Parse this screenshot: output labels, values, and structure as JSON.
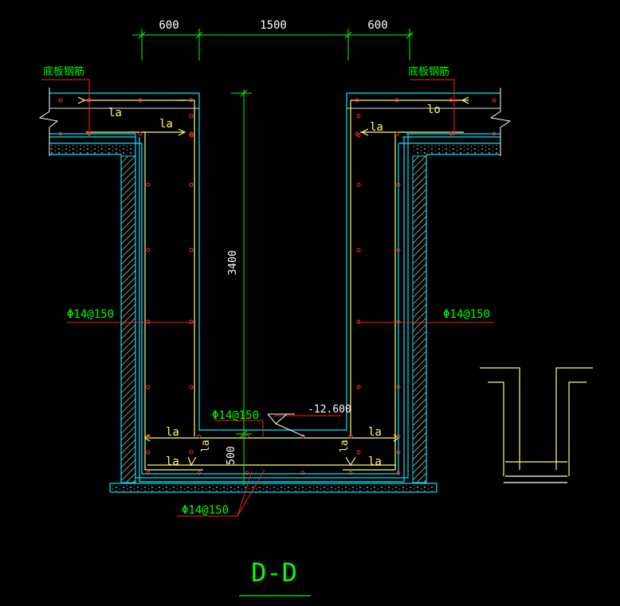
{
  "drawing": {
    "title": "D-D",
    "dimensions": {
      "top_left": "600",
      "top_mid": "1500",
      "top_right": "600",
      "vertical_depth": "3400",
      "bottom_slab": "500"
    },
    "labels": {
      "slab_rebar_left": "底板钢筋",
      "slab_rebar_right": "底板钢筋",
      "rebar_left_wall": "Φ14@150",
      "rebar_right_wall": "Φ14@150",
      "rebar_bottom_upper": "Φ14@150",
      "rebar_bottom_lower": "Φ14@150",
      "elevation": "-12.600",
      "anchor_la": "la",
      "anchor_lo": "lo"
    },
    "colors": {
      "background": "#000000",
      "concrete_outline": "#00ffff",
      "rebar_yellow": "#ffff00",
      "dim_green": "#00ff00",
      "leader_red": "#ff0000",
      "text_white": "#ffffff",
      "hatch": "#ffffff"
    }
  }
}
